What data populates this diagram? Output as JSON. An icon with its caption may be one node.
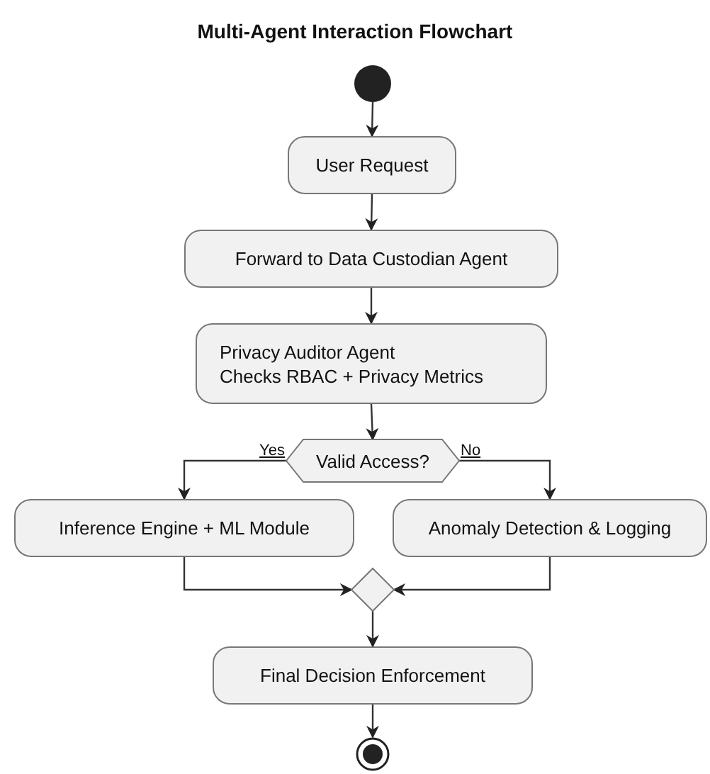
{
  "diagram": {
    "title": "Multi-Agent Interaction Flowchart",
    "nodes": [
      {
        "text": [],
        "shape": "circle"
      },
      {
        "text": [
          "User Request"
        ]
      },
      {
        "text": [
          "Forward to Data Custodian Agent"
        ]
      },
      {
        "text": [
          "Privacy Auditor Agent",
          "Checks RBAC + Privacy Metrics"
        ]
      },
      {
        "text": [
          "Valid Access?"
        ]
      },
      {
        "text": [
          "Inference Engine + ML Module"
        ]
      },
      {
        "text": [
          "Anomaly Detection & Logging"
        ]
      },
      {
        "text": [],
        "shape": "diamond"
      },
      {
        "text": [
          "Final Decision Enforcement"
        ]
      },
      {
        "text": [],
        "shape": "bullseye"
      }
    ],
    "edges": [
      {
        "from": 0,
        "to": 1,
        "arrow": "to"
      },
      {
        "from": 1,
        "to": 2,
        "arrow": "to"
      },
      {
        "from": 2,
        "to": 3,
        "arrow": "to"
      },
      {
        "from": 3,
        "to": 4,
        "arrow": "to"
      },
      {
        "from": 4,
        "to": 5,
        "arrow": "to",
        "label": "Yes"
      },
      {
        "from": 4,
        "to": 6,
        "arrow": "to",
        "label": "No"
      },
      {
        "from": 5,
        "to": 7,
        "arrow": "to"
      },
      {
        "from": 6,
        "to": 7,
        "arrow": "to"
      },
      {
        "from": 7,
        "to": 8,
        "arrow": "to"
      },
      {
        "from": 8,
        "to": 9,
        "arrow": "to"
      }
    ]
  }
}
